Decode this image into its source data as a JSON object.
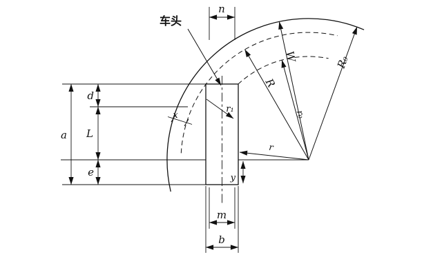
{
  "page": {
    "background": "#ffffff",
    "ink": "#111111"
  },
  "figure": {
    "kind": "technical-drawing",
    "subject": "vehicle turning path geometry"
  },
  "labels": {
    "vehicle_front": "车头",
    "n": "n",
    "W": "W",
    "R": "R",
    "R0": "R₀",
    "r0": "r₀",
    "r": "r",
    "r1": "r₁",
    "x": "x",
    "y": "y",
    "a": "a",
    "d": "d",
    "L": "L",
    "e": "e",
    "m": "m",
    "b": "b"
  },
  "diagram": {
    "arcs": [
      {
        "label": "R₀",
        "style": "solid"
      },
      {
        "label": "R",
        "style": "dashed"
      },
      {
        "label": "r₀",
        "style": "dashed"
      }
    ],
    "vehicle_shape": "rectangle with dashed longitudinal centerline"
  }
}
